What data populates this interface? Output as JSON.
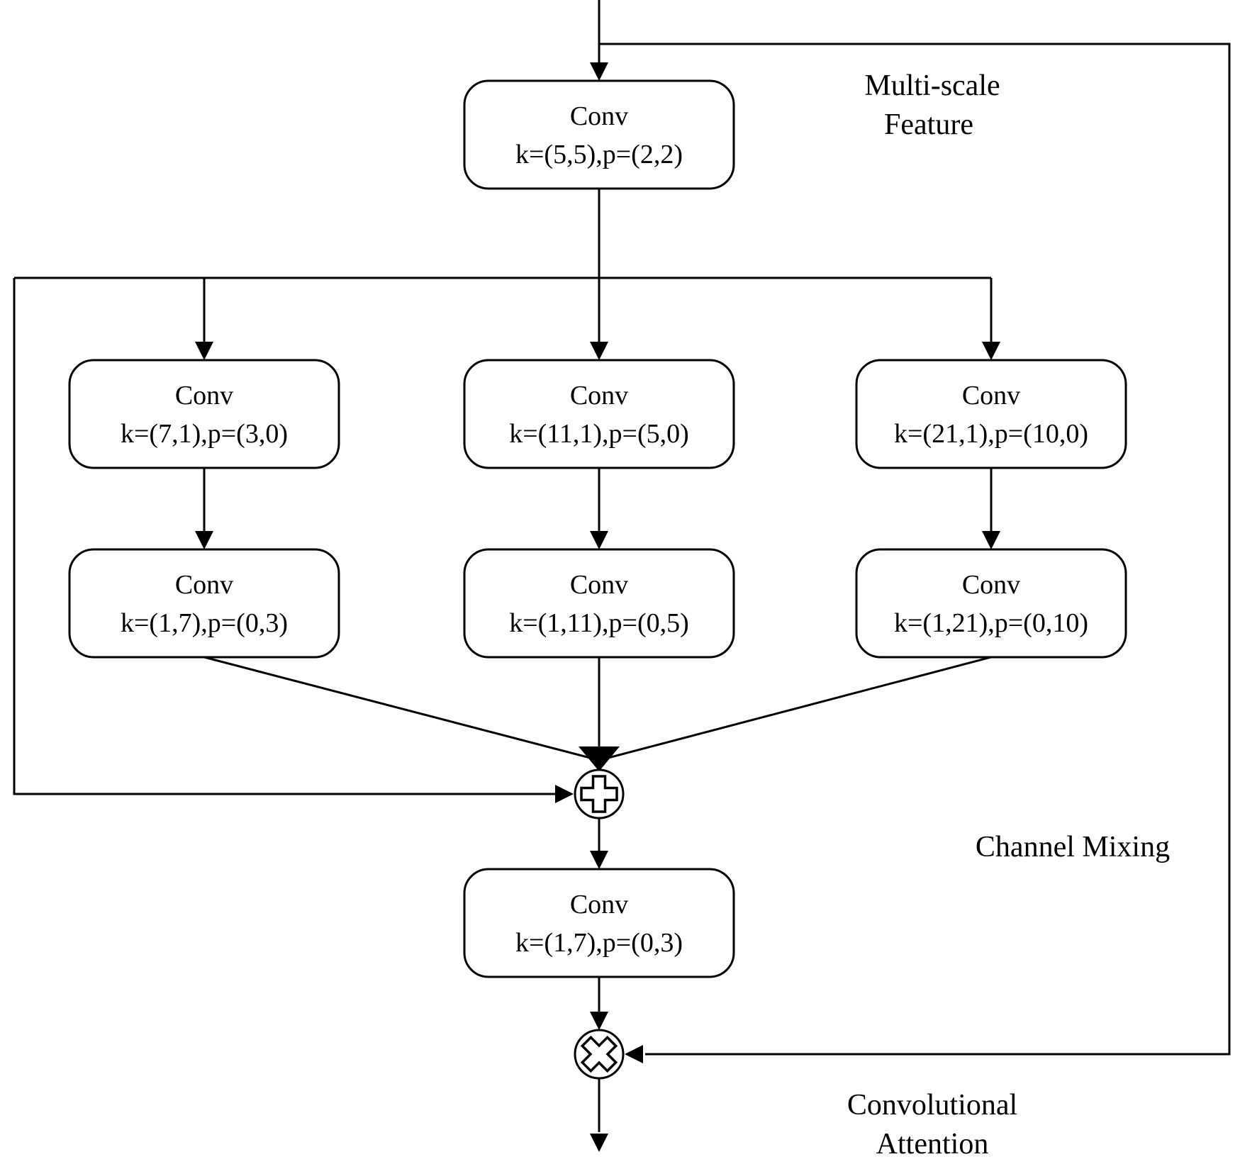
{
  "figure": {
    "background_color": "#ffffff",
    "line_color": "#000000",
    "box_fill_color": "#ffffff",
    "text_color": "#000000"
  },
  "nodes": {
    "conv_top": {
      "title": "Conv",
      "params": "k=(5,5),p=(2,2)"
    },
    "branch1_conv1": {
      "title": "Conv",
      "params": "k=(7,1),p=(3,0)"
    },
    "branch2_conv1": {
      "title": "Conv",
      "params": "k=(11,1),p=(5,0)"
    },
    "branch3_conv1": {
      "title": "Conv",
      "params": "k=(21,1),p=(10,0)"
    },
    "branch1_conv2": {
      "title": "Conv",
      "params": "k=(1,7),p=(0,3)"
    },
    "branch2_conv2": {
      "title": "Conv",
      "params": "k=(1,11),p=(0,5)"
    },
    "branch3_conv2": {
      "title": "Conv",
      "params": "k=(1,21),p=(0,10)"
    },
    "conv_mix": {
      "title": "Conv",
      "params": "k=(1,7),p=(0,3)"
    }
  },
  "operators": {
    "add_icon": "plus-in-circle",
    "multiply_icon": "cross-in-circle"
  },
  "labels": {
    "multiscale": {
      "line1": "Multi-scale",
      "line2": "Feature"
    },
    "channel_mixing": "Channel Mixing",
    "conv_attention": {
      "line1": "Convolutional",
      "line2": "Attention"
    }
  }
}
